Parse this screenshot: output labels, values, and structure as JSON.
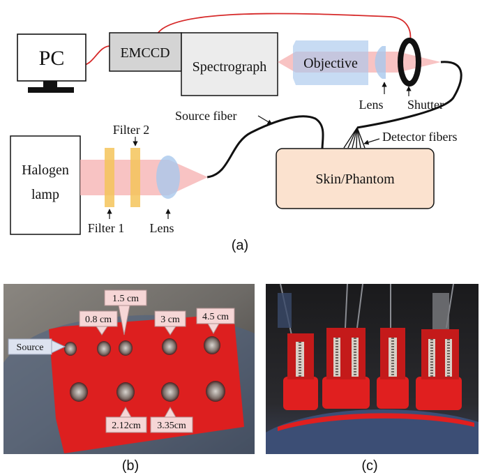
{
  "colors": {
    "fiber": "#111111",
    "red_wire": "#d62828",
    "beam": "#f7b9b9",
    "blue_optics": "#a9c8ec",
    "filter": "#f5c45a",
    "skin_box": "#fbe2cf",
    "emccd_box": "#d4d4d4",
    "photo_red": "#dd1f1f",
    "callout_bg": "#f6d6d6"
  },
  "diagram": {
    "pc_label": "PC",
    "emccd_label": "EMCCD",
    "spectrograph_label": "Spectrograph",
    "objective_label": "Objective",
    "lens_top_label": "Lens",
    "shutter_label": "Shutter",
    "source_fiber_label": "Source fiber",
    "detector_fibers_label": "Detector fibers",
    "filter2_label": "Filter 2",
    "filter1_label": "Filter 1",
    "lens_bottom_label": "Lens",
    "halogen_line1": "Halogen",
    "halogen_line2": "lamp",
    "skin_label": "Skin/Phantom"
  },
  "captions": {
    "a": "(a)",
    "b": "(b)",
    "c": "(c)"
  },
  "photo_b": {
    "source": "Source",
    "d08": "0.8 cm",
    "d15": "1.5 cm",
    "d3": "3 cm",
    "d45": "4.5 cm",
    "d212": "2.12cm",
    "d335": "3.35cm"
  }
}
